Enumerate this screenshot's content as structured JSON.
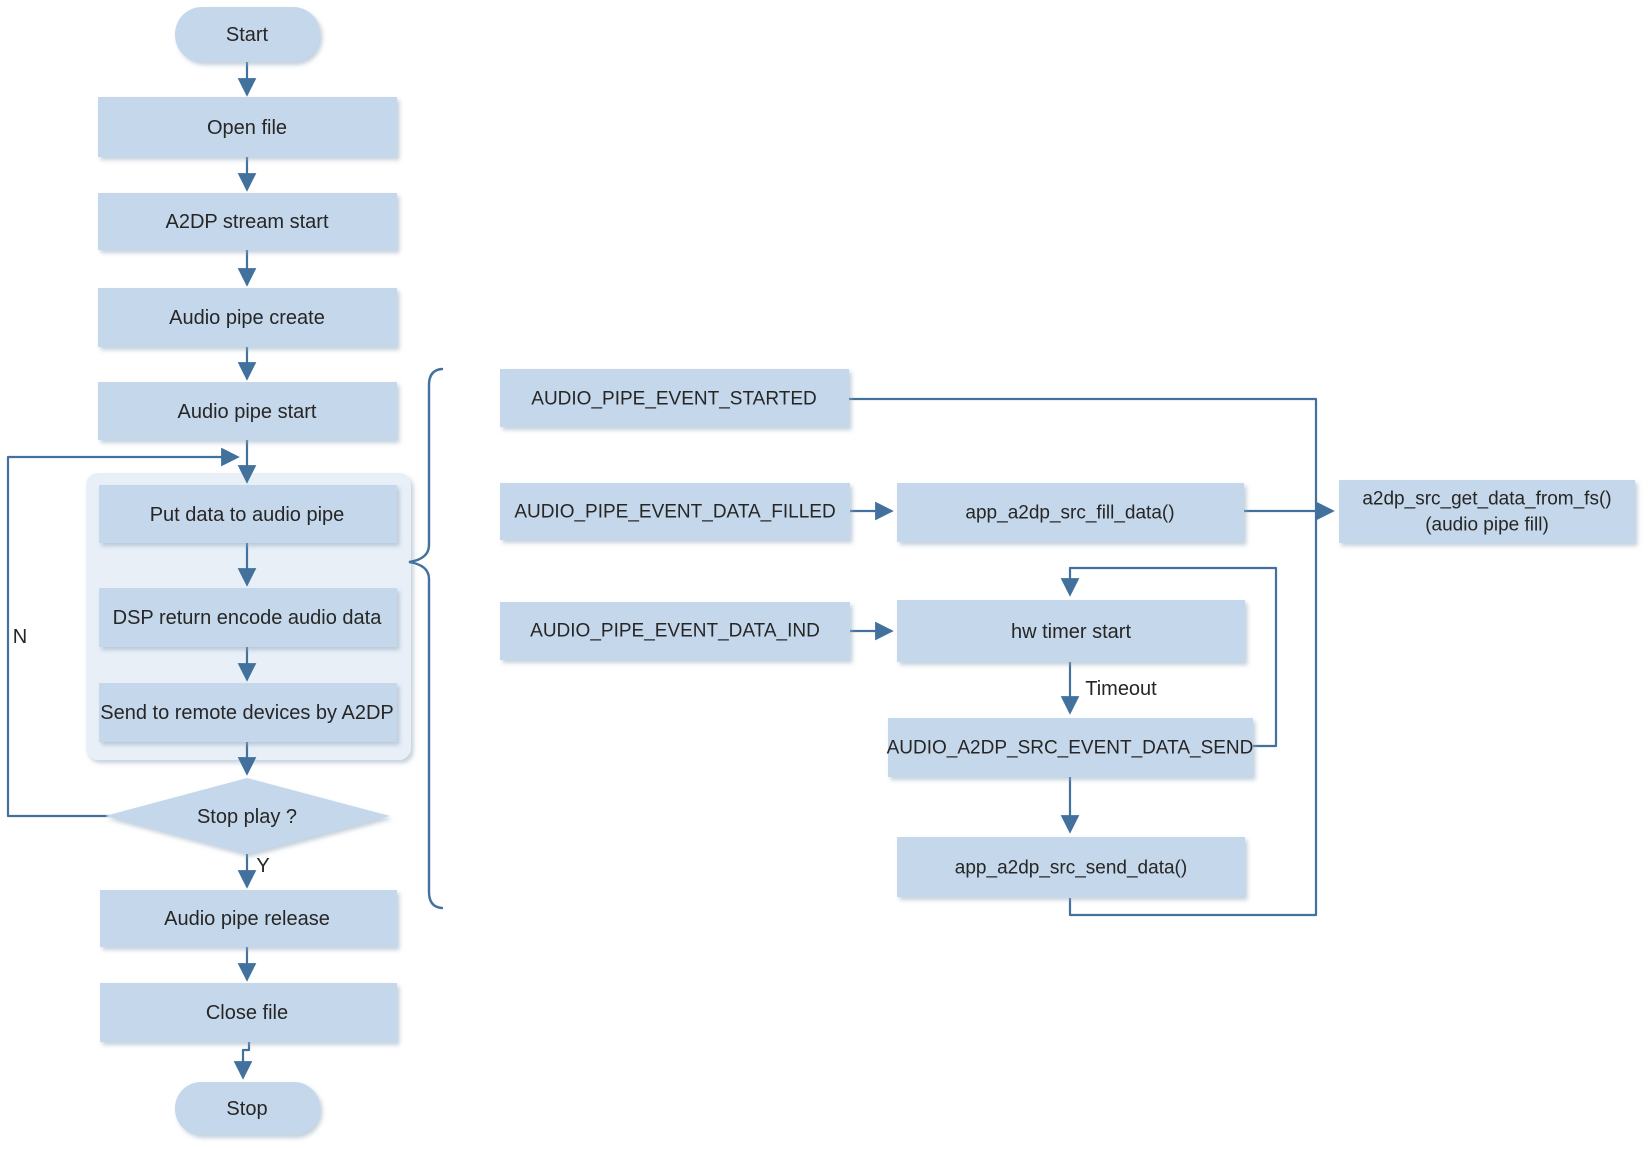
{
  "diagram": {
    "title_hint": "A2DP source audio pipe flowchart",
    "colors": {
      "node_fill": "#c5d7ea",
      "group_fill": "#e8eff7",
      "line": "#41719c",
      "text": "#262626"
    },
    "main_flow": {
      "start": "Start",
      "open_file": "Open file",
      "a2dp_stream_start": "A2DP stream start",
      "audio_pipe_create": "Audio pipe create",
      "audio_pipe_start": "Audio pipe start",
      "put_data": "Put data to audio pipe",
      "dsp_return": "DSP return encode audio data",
      "send_remote": "Send to remote devices by A2DP",
      "stop_play": "Stop play ?",
      "audio_pipe_release": "Audio pipe release",
      "close_file": "Close file",
      "stop": "Stop",
      "label_no": "N",
      "label_yes": "Y"
    },
    "event_flow": {
      "evt_started": "AUDIO_PIPE_EVENT_STARTED",
      "evt_data_filled": "AUDIO_PIPE_EVENT_DATA_FILLED",
      "evt_data_ind": "AUDIO_PIPE_EVENT_DATA_IND",
      "fill_data": "app_a2dp_src_fill_data()",
      "hw_timer": "hw timer start",
      "timeout": "Timeout",
      "evt_data_send": "AUDIO_A2DP_SRC_EVENT_DATA_SEND",
      "send_data": "app_a2dp_src_send_data()",
      "get_data_line1": "a2dp_src_get_data_from_fs()",
      "get_data_line2": "(audio pipe fill)"
    }
  }
}
